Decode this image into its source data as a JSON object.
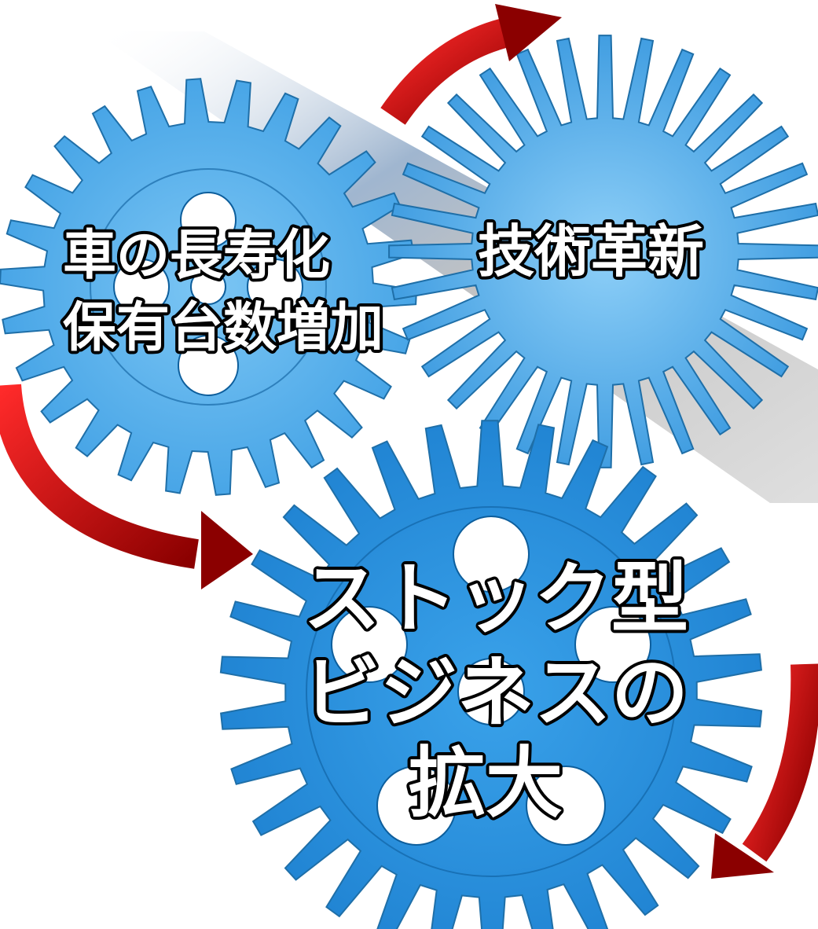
{
  "gears": {
    "left": {
      "line1": "車の長寿化",
      "line2": "保有台数増加"
    },
    "right": {
      "label": "技術革新"
    },
    "bottom": {
      "line1": "ストック型",
      "line2": "ビジネスの",
      "line3": "拡大"
    }
  },
  "colors": {
    "gear_light": "#5ab2ec",
    "gear_mid": "#3a9be2",
    "gear_dark": "#1f86d6",
    "gear_outline": "#1f6fa8",
    "arrow_red": "#e81010",
    "arrow_dark": "#8b0000",
    "text_fill": "#ffffff",
    "text_stroke": "#000000"
  },
  "icons": [
    "cycle-arrow-icon",
    "gear-icon"
  ]
}
